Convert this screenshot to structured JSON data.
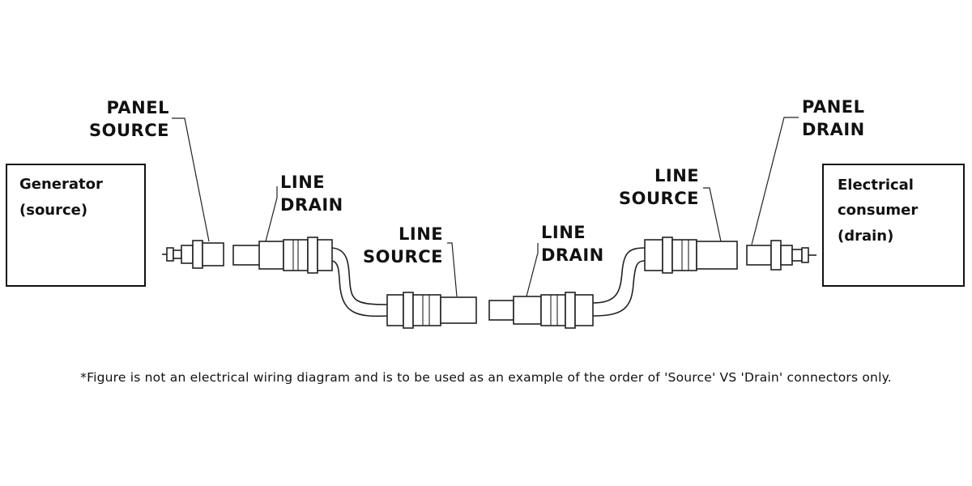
{
  "boxes": {
    "generator": [
      "Generator",
      "(source)"
    ],
    "consumer": [
      "Electrical",
      "consumer",
      "(drain)"
    ]
  },
  "labels": {
    "panel_source": [
      "PANEL",
      "SOURCE"
    ],
    "line_drain_left": [
      "LINE",
      "DRAIN"
    ],
    "line_source_left": [
      "LINE",
      "SOURCE"
    ],
    "line_drain_right": [
      "LINE",
      "DRAIN"
    ],
    "line_source_right": [
      "LINE",
      "SOURCE"
    ],
    "panel_drain": [
      "PANEL",
      "DRAIN"
    ]
  },
  "footnote": "*Figure is not an electrical wiring diagram and is to be used as an example of the order of 'Source' VS 'Drain' connectors only."
}
